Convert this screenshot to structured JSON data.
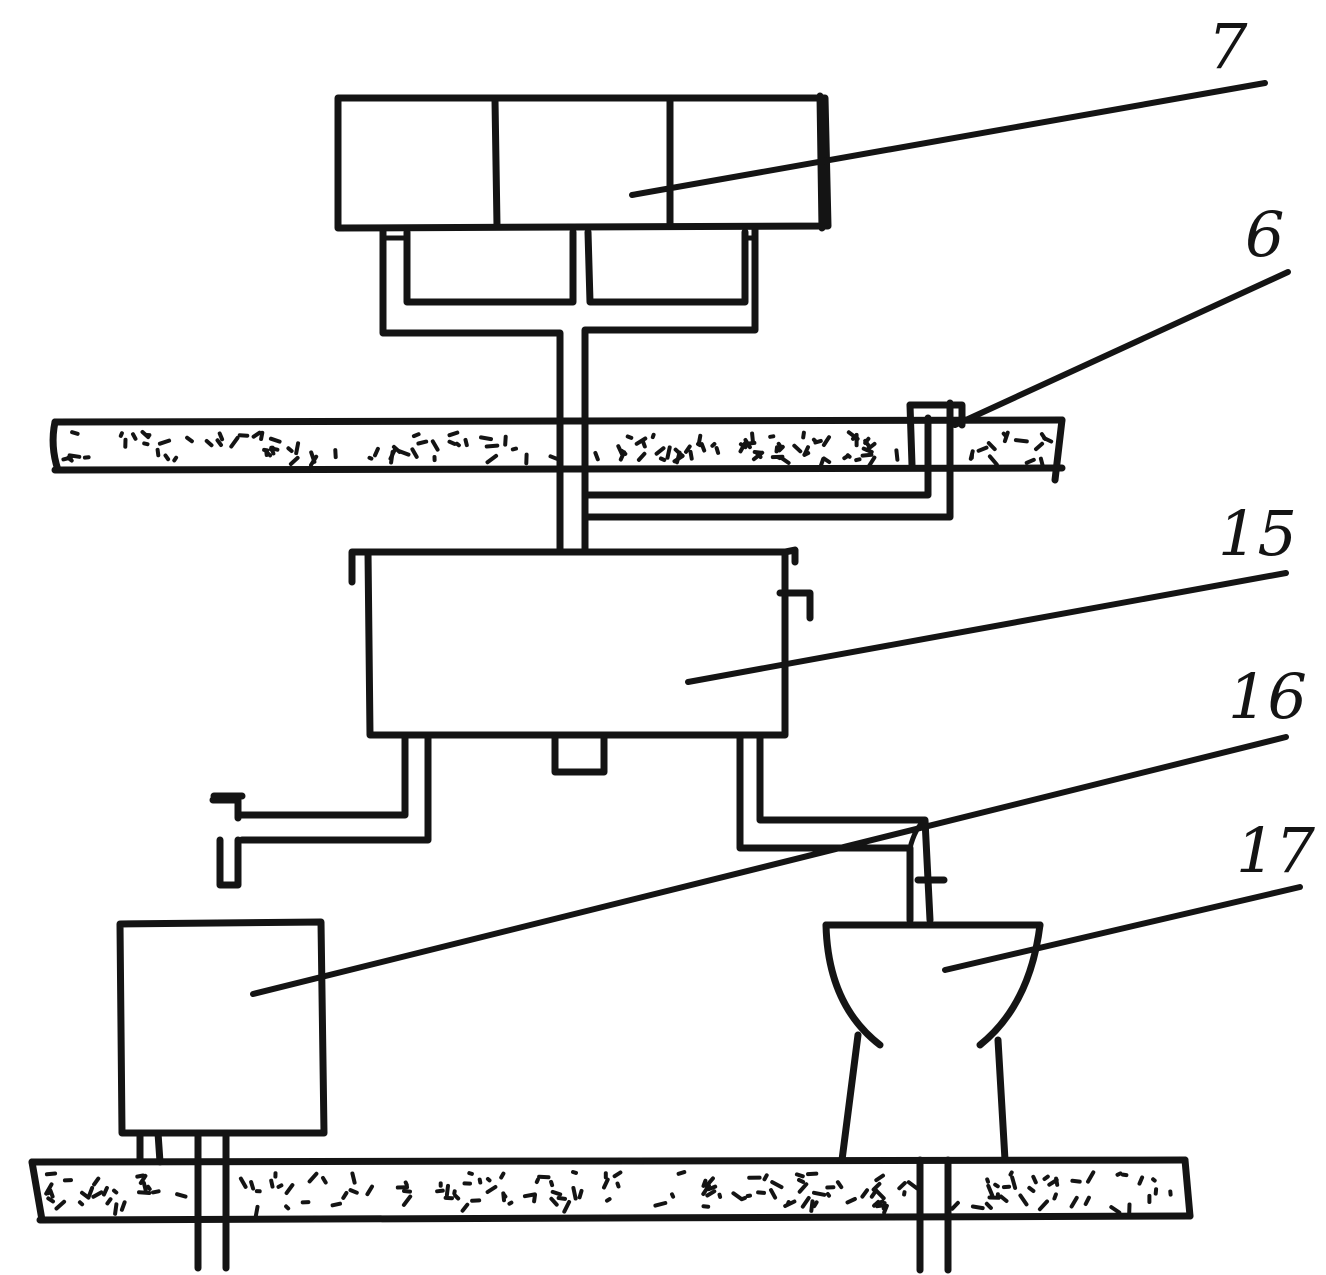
{
  "labels": {
    "top_tank": "7",
    "valve": "6",
    "middle_tank": "15",
    "lower_tank": "16",
    "toilet": "17"
  }
}
